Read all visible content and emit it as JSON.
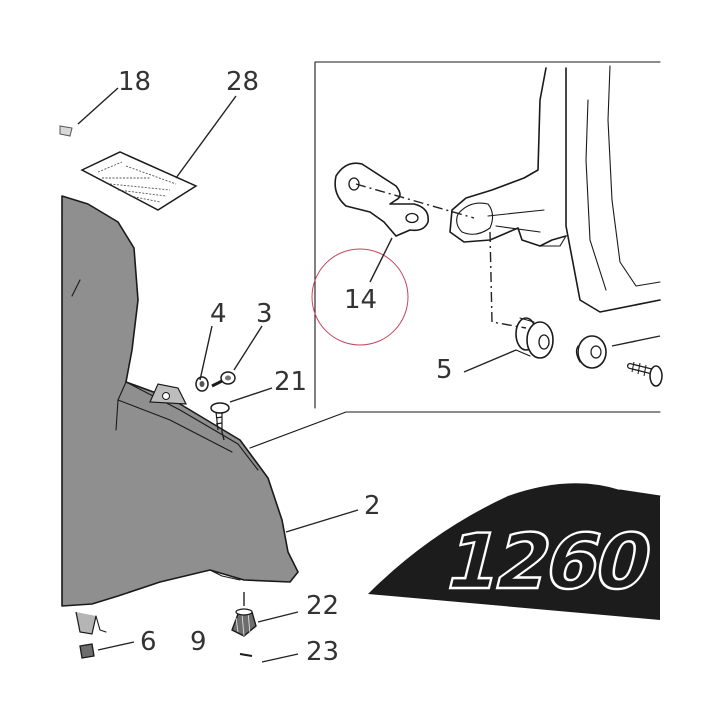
{
  "callouts": {
    "c18": "18",
    "c28": "28",
    "c4": "4",
    "c3": "3",
    "c21": "21",
    "c14": "14",
    "c5": "5",
    "c2": "2",
    "c22": "22",
    "c23": "23",
    "c6": "6",
    "c9": "9"
  },
  "logo_text": "1260",
  "colors": {
    "panel_fill": "#8f8f8f",
    "ink": "#1a1a1a",
    "highlight_circle": "#c4455a",
    "logo_fill": "#1c1c1c"
  }
}
